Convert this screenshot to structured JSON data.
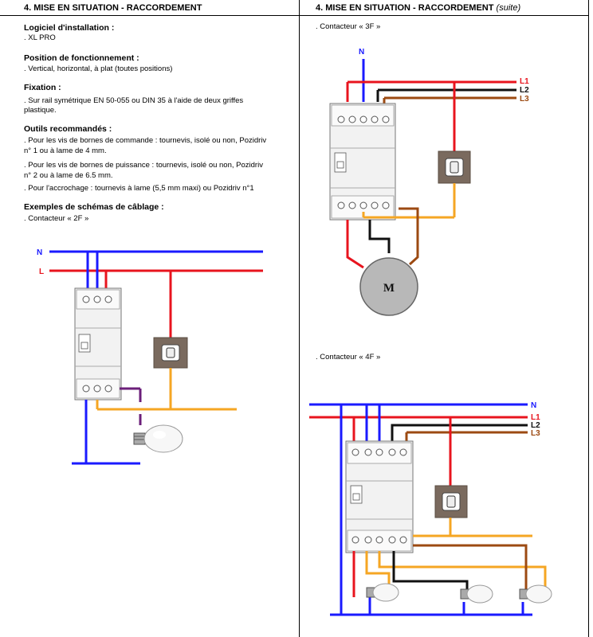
{
  "left": {
    "header": "4. MISE EN SITUATION  - RACCORDEMENT",
    "sections": {
      "software": {
        "title": "Logiciel d'installation :",
        "lines": [
          ". XL PRO"
        ]
      },
      "position": {
        "title": "Position de fonctionnement :",
        "lines": [
          ". Vertical, horizontal, à plat (toutes positions)"
        ]
      },
      "fixation": {
        "title": "Fixation :",
        "lines": [
          ". Sur rail symétrique EN 50-055 ou DIN 35 à l'aide de deux griffes",
          "plastique."
        ]
      },
      "tools": {
        "title": "Outils recommandés :",
        "lines": [
          ". Pour les vis de bornes de commande : tournevis, isolé ou non, Pozidriv",
          "n° 1 ou à lame de 4 mm.",
          ". Pour les vis de bornes de puissance : tournevis, isolé ou non, Pozidriv",
          "n° 2 ou à lame de 6.5 mm.",
          ". Pour l'accrochage : tournevis à lame (5,5 mm maxi) ou Pozidriv n°1"
        ]
      },
      "examples": {
        "title": "Exemples de schémas de câblage :",
        "lines": [
          ". Contacteur « 2F »"
        ]
      }
    },
    "diagram": {
      "wire_n": "N",
      "wire_l": "L"
    }
  },
  "right": {
    "header_main": "4. MISE EN SITUATION  - RACCORDEMENT",
    "header_suffix": "(suite)",
    "label_3f": ". Contacteur « 3F »",
    "label_4f": ". Contacteur « 4F »",
    "diagram_3f": {
      "wire_n": "N",
      "wire_l1": "L1",
      "wire_l2": "L2",
      "wire_l3": "L3",
      "motor": "M"
    },
    "diagram_4f": {
      "wire_n": "N",
      "wire_l1": "L1",
      "wire_l2": "L2",
      "wire_l3": "L3"
    }
  },
  "colors": {
    "neutral": "#1a1aff",
    "phase1": "#e8141e",
    "phase2": "#111111",
    "phase3": "#9c4a12",
    "control": "#f5a623",
    "lamp_wire": "#6b1f7a",
    "device": "#f2f2f2",
    "switch_plate": "#7a6a5e",
    "motor": "#b8b8b8"
  }
}
